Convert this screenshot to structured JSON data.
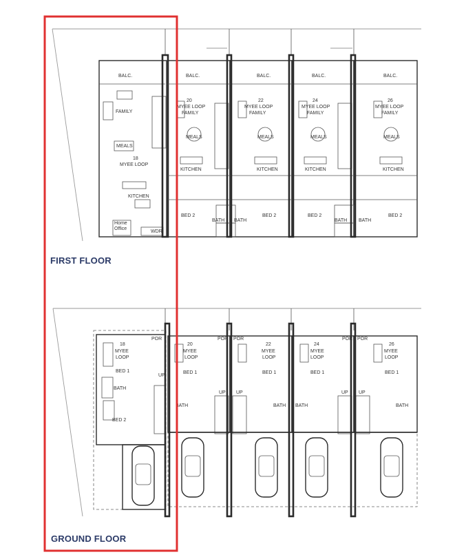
{
  "floors": {
    "first_floor_label": "FIRST FLOOR",
    "ground_floor_label": "GROUND FLOOR"
  },
  "first_floor": {
    "balc": "BALC.",
    "family": "FAMILY",
    "meals": "MEALS",
    "kitchen": "KITCHEN",
    "bed2": "BED 2",
    "bath": "BATH",
    "home": "Home",
    "office": "Office",
    "wdr": "WDR",
    "units": [
      {
        "num": "18",
        "street": "MYEE LOOP"
      },
      {
        "num": "20",
        "street": "MYEE LOOP"
      },
      {
        "num": "22",
        "street": "MYEE LOOP"
      },
      {
        "num": "24",
        "street": "MYEE LOOP"
      },
      {
        "num": "26",
        "street": "MYEE LOOP"
      }
    ]
  },
  "ground_floor": {
    "por": "POR",
    "bed1": "BED 1",
    "bed2": "BED 2",
    "bath": "BATH",
    "up": "UP",
    "myee": "MYEE",
    "loop": "LOOP",
    "units": [
      {
        "num": "18"
      },
      {
        "num": "20"
      },
      {
        "num": "22"
      },
      {
        "num": "24"
      },
      {
        "num": "26"
      }
    ]
  },
  "highlight": {
    "color": "#e03030"
  }
}
